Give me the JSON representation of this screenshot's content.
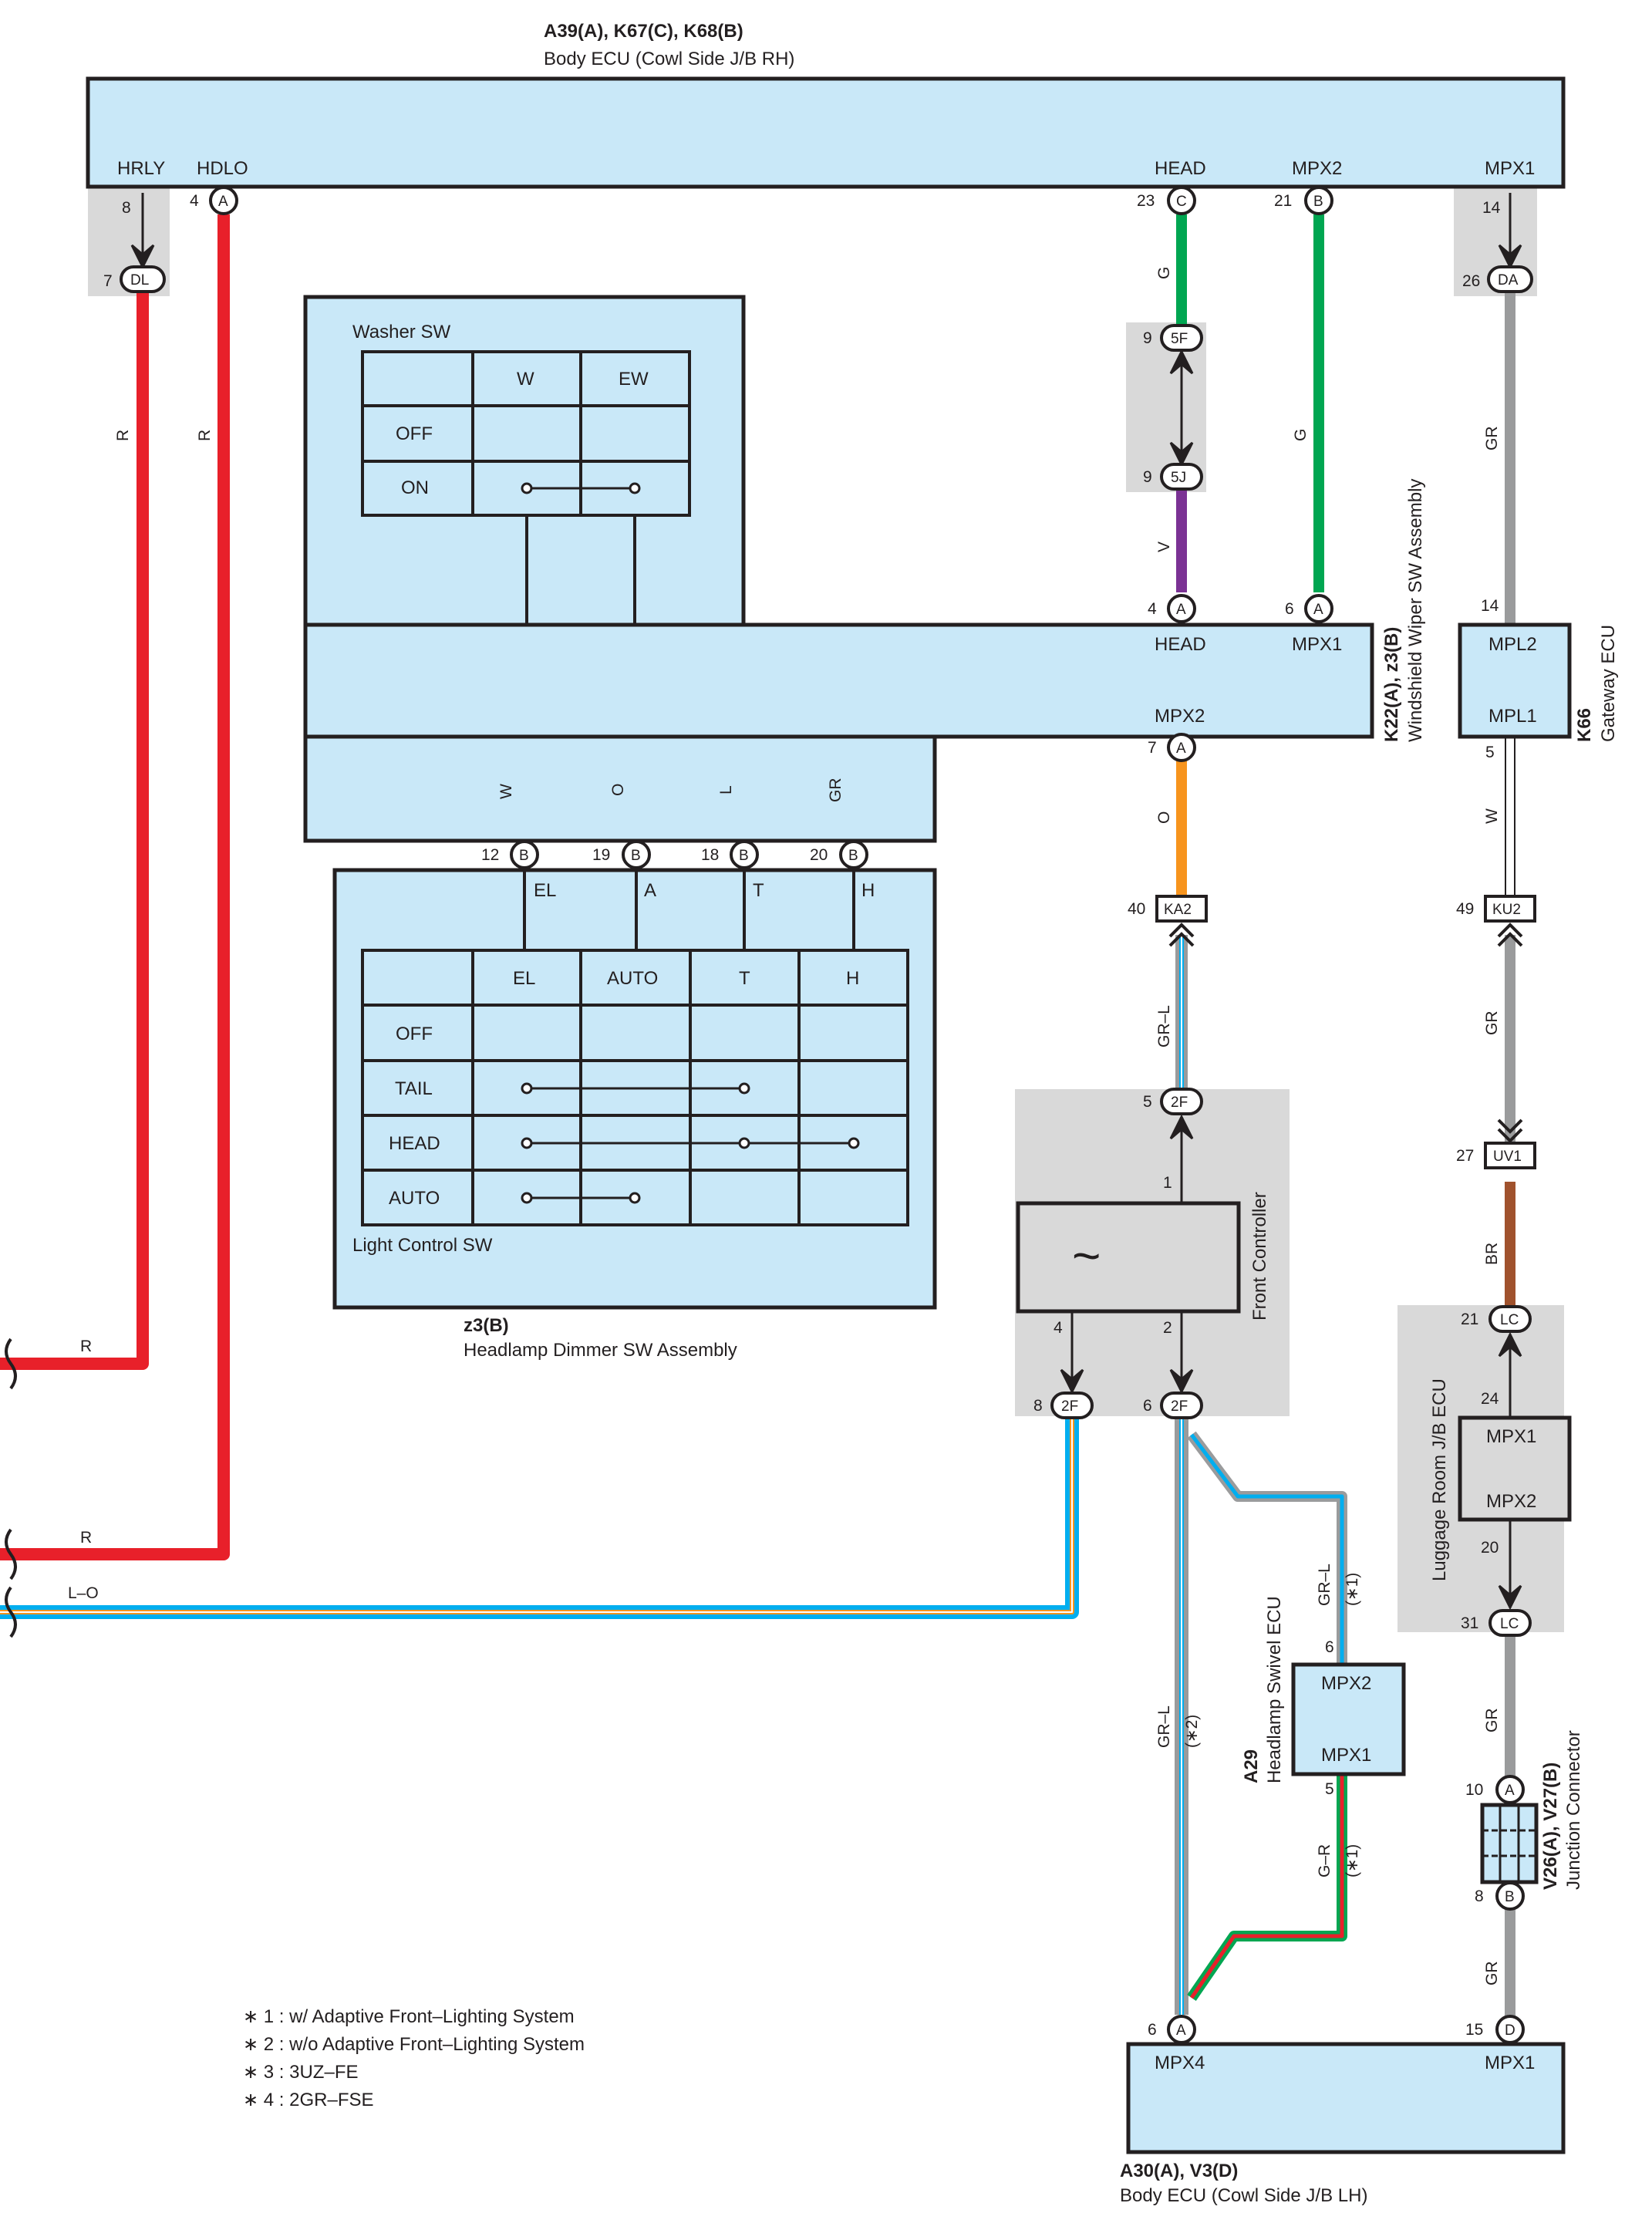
{
  "colors": {
    "box_fill": "#c9e8f8",
    "gray_zone": "#d9d9d9",
    "red": "#e8202a",
    "green": "#00a651",
    "violet": "#7b3294",
    "gray": "#9a9b9c",
    "orange": "#f7941d",
    "blue": "#00aeef",
    "brown": "#a0522d"
  },
  "components": {
    "body_ecu_rh": {
      "code": "A39(A), K67(C), K68(B)",
      "name": "Body ECU (Cowl Side J/B RH)",
      "pins": {
        "hrly": "HRLY",
        "hdlo": "HDLO",
        "head": "HEAD",
        "mpx2": "MPX2",
        "mpx1": "MPX1"
      }
    },
    "wiper_sw": {
      "code": "K22(A), z3(B)",
      "name": "Windshield Wiper SW Assembly",
      "pins": {
        "head": "HEAD",
        "mpx1": "MPX1",
        "mpx2": "MPX2"
      }
    },
    "washer_sw": {
      "title": "Washer SW",
      "cols": [
        "W",
        "EW"
      ],
      "rows": [
        "OFF",
        "ON"
      ]
    },
    "light_sw": {
      "title": "Light Control SW",
      "cols": [
        "EL",
        "AUTO",
        "T",
        "H"
      ],
      "rows": [
        "OFF",
        "TAIL",
        "HEAD",
        "AUTO"
      ],
      "terminals": [
        "EL",
        "A",
        "T",
        "H"
      ]
    },
    "dimmer": {
      "code": "z3(B)",
      "name": "Headlamp Dimmer SW Assembly"
    },
    "gateway": {
      "code": "K66",
      "name": "Gateway ECU",
      "pins": {
        "mpl2": "MPL2",
        "mpl1": "MPL1"
      }
    },
    "front_controller": {
      "name": "Front Controller",
      "symbol": "~"
    },
    "luggage_jb": {
      "name": "Luggage Room J/B ECU",
      "pins": {
        "mpx1": "MPX1",
        "mpx2": "MPX2"
      }
    },
    "swivel": {
      "code": "A29",
      "name": "Headlamp Swivel ECU",
      "pins": {
        "mpx2": "MPX2",
        "mpx1": "MPX1"
      }
    },
    "junction": {
      "code": "V26(A), V27(B)",
      "name": "Junction Connector"
    },
    "body_ecu_lh": {
      "code": "A30(A), V3(D)",
      "name": "Body ECU (Cowl Side J/B LH)",
      "pins": {
        "mpx4": "MPX4",
        "mpx1": "MPX1"
      }
    }
  },
  "connectors": {
    "dl": "DL",
    "a": "A",
    "c": "C",
    "b": "B",
    "da": "DA",
    "f5": "5F",
    "j5": "5J",
    "ka2": "KA2",
    "ku2": "KU2",
    "uv1": "UV1",
    "f2": "2F",
    "lc": "LC",
    "d": "D"
  },
  "pin_numbers": {
    "p8": "8",
    "p7": "7",
    "p4": "4",
    "p23": "23",
    "p21": "21",
    "p14": "14",
    "p26": "26",
    "p9": "9",
    "p6": "6",
    "p5": "5",
    "p12": "12",
    "p19": "19",
    "p18": "18",
    "p20": "20",
    "p40": "40",
    "p49": "49",
    "p27": "27",
    "p1": "1",
    "p2": "2",
    "p24": "24",
    "p31": "31",
    "p10": "10",
    "p15": "15"
  },
  "wire_colors": {
    "r": "R",
    "g": "G",
    "v": "V",
    "gr": "GR",
    "w": "W",
    "o": "O",
    "l": "L",
    "gr_l": "GR–L",
    "br": "BR",
    "l_o": "L–O",
    "g_r": "G–R"
  },
  "marks": {
    "m1": "(∗1)",
    "m2": "(∗2)"
  },
  "notes": [
    "∗ 1 : w/ Adaptive Front–Lighting System",
    "∗ 2 : w/o Adaptive Front–Lighting System",
    "∗ 3 : 3UZ–FE",
    "∗ 4 : 2GR–FSE"
  ]
}
